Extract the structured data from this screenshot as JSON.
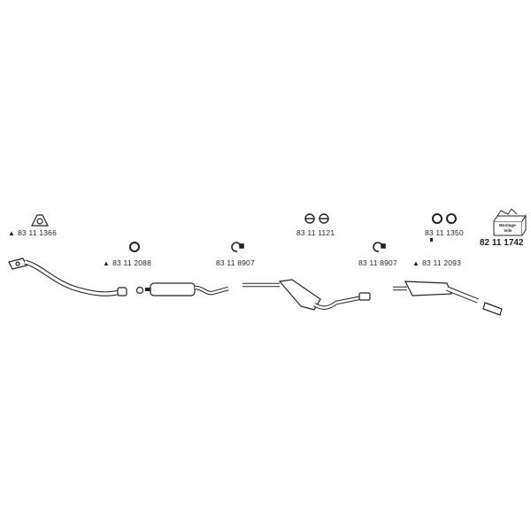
{
  "parts": [
    {
      "marker": "▲",
      "number": "83 11 1366",
      "icon": "flange-gasket-icon"
    },
    {
      "marker": "▲",
      "number": "83 11 2088",
      "icon": "o-ring-icon"
    },
    {
      "marker": "",
      "number": "83 11 8907",
      "icon": "clamp-icon"
    },
    {
      "marker": "",
      "number": "83 11 1121",
      "icon": "double-gasket-icon"
    },
    {
      "marker": "",
      "number": "83 11 8907",
      "icon": "clamp-icon"
    },
    {
      "marker": "",
      "number": "83 11 1350",
      "icon": "double-ring-icon"
    },
    {
      "marker": "▲",
      "number": "83 11 2093",
      "icon": "rubber-hanger-icon"
    }
  ],
  "kit": {
    "number": "82 11 1742",
    "box_text_line1": "Montage-",
    "box_text_line2": "teile",
    "icon": "mounting-kit-box-icon"
  },
  "colors": {
    "line": "#222222",
    "fill": "#ffffff"
  }
}
